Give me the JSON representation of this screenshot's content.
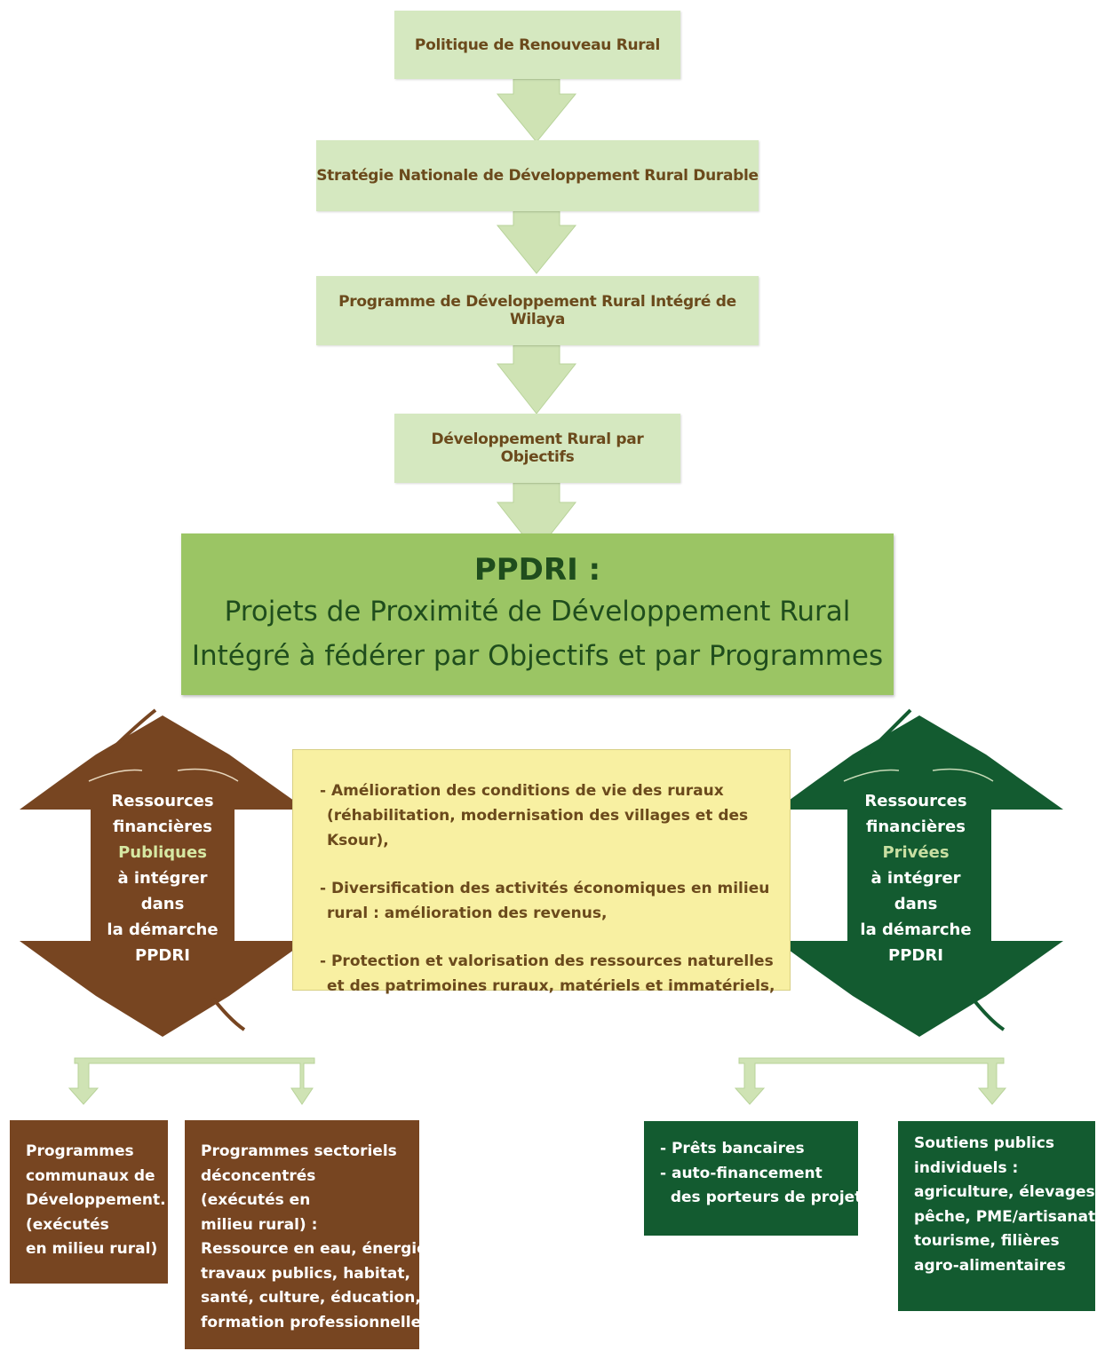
{
  "chain": [
    "Politique de Renouveau Rural",
    "Stratégie Nationale de Développement Rural Durable",
    "Programme de Développement Rural Intégré de Wilaya",
    "Développement Rural par Objectifs"
  ],
  "ppdri": {
    "acronym": "PPDRI :",
    "line1": "Projets de Proximité de Développement Rural",
    "line2": "Intégré à fédérer par Objectifs et par Programmes"
  },
  "objectives": [
    "- Amélioration des conditions de vie des ruraux (réhabilitation, modernisation des villages et des Ksour),",
    "- Diversification des activités économiques en milieu rural : amélioration des revenus,",
    "- Protection et valorisation des ressources naturelles et des patrimoines ruraux, matériels et immatériels,"
  ],
  "public_resources": [
    "Ressources",
    "financières",
    "Publiques",
    "à intégrer",
    "dans",
    "la démarche",
    "PPDRI"
  ],
  "private_resources": [
    "Ressources",
    "financières",
    "Privées",
    "à intégrer",
    "dans",
    "la démarche",
    "PPDRI"
  ],
  "public_programs": {
    "communal": [
      "Programmes",
      "communaux de",
      "Développement.",
      "(exécutés",
      "en milieu rural)"
    ],
    "sectoral": [
      "Programmes sectoriels",
      "déconcentrés",
      "(exécutés en",
      "milieu rural) :",
      "Ressource en eau, énergie,",
      "travaux publics, habitat,",
      "santé, culture, éducation,",
      "formation professionnelle"
    ]
  },
  "private_programs": {
    "loans": [
      "- Prêts bancaires",
      "- auto-financement",
      "  des porteurs de projets"
    ],
    "support": [
      "Soutiens publics",
      "individuels :",
      "agriculture, élevages,",
      "pêche, PME/artisanat,",
      "tourisme, filières",
      "agro-alimentaires"
    ]
  },
  "colors": {
    "step_box": "#d5e8c0",
    "arrow": "#cfe3b4",
    "ppdri_box": "#9bc564",
    "objectives_box": "#f8f0a2",
    "public": "#774521",
    "private": "#135b30",
    "text_brown": "#6b4a1c"
  }
}
